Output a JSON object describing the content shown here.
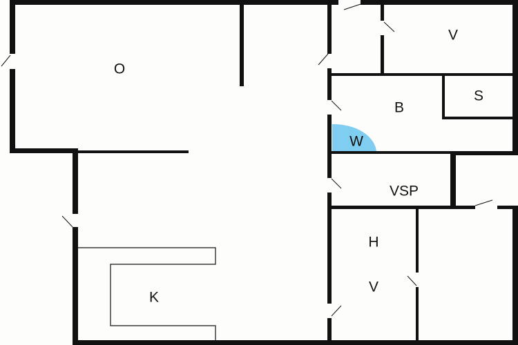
{
  "floor_plan": {
    "rooms": [
      {
        "id": "living",
        "label": "O"
      },
      {
        "id": "bedroom-1",
        "label": "V"
      },
      {
        "id": "bathroom",
        "label": "B"
      },
      {
        "id": "storage",
        "label": "S"
      },
      {
        "id": "washer",
        "label": "W"
      },
      {
        "id": "utility",
        "label": "VSP"
      },
      {
        "id": "hall",
        "label": "H"
      },
      {
        "id": "bedroom-2",
        "label": "V"
      },
      {
        "id": "kitchen",
        "label": "K"
      }
    ],
    "colors": {
      "wall": "#111111",
      "background": "#fdfdfb",
      "washer_area": "#7fcdf0"
    }
  }
}
